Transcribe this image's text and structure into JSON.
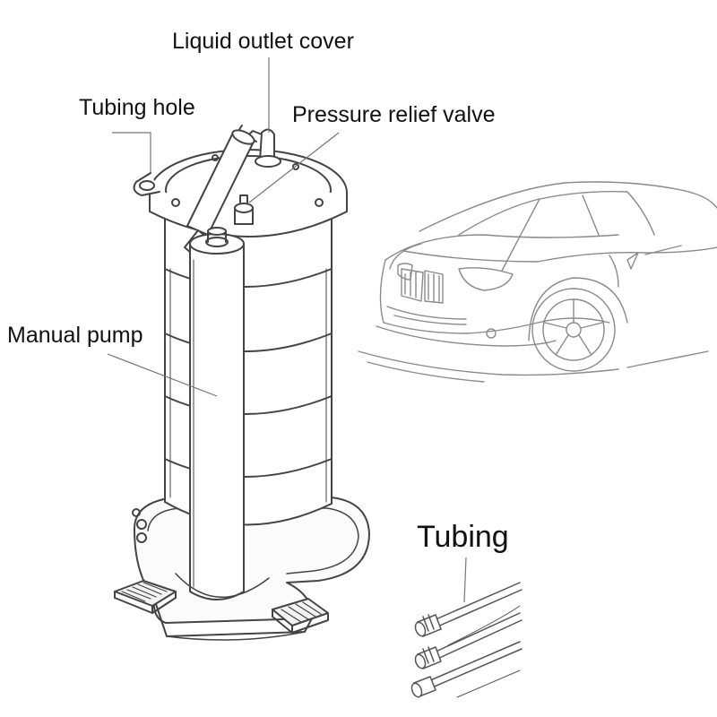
{
  "labels": {
    "liquid_outlet_cover": "Liquid outlet cover",
    "tubing_hole": "Tubing hole",
    "pressure_relief_valve": "Pressure relief valve",
    "manual_pump": "Manual pump",
    "tubing": "Tubing"
  },
  "colors": {
    "line": "#444444",
    "leader": "#777777",
    "car_line": "#8a8a8a"
  },
  "icons": [
    "extractor-pump-illustration",
    "car-sketch",
    "tubing-illustration"
  ]
}
